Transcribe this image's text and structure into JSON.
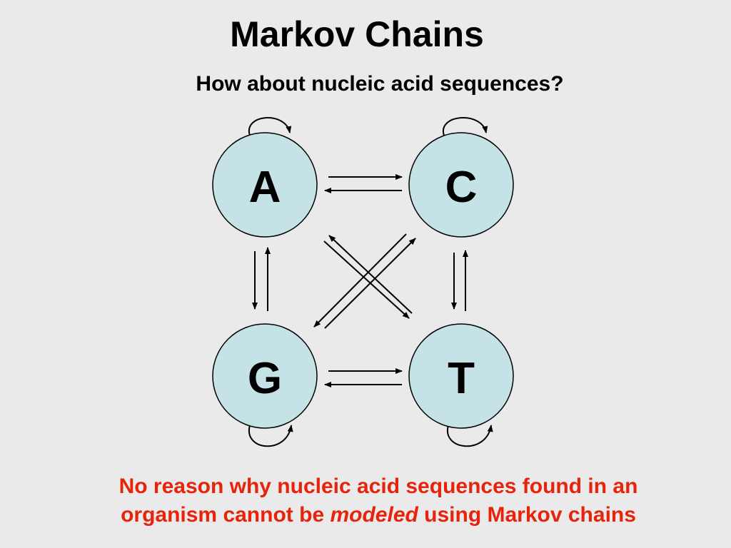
{
  "slide": {
    "title": "Markov Chains",
    "subtitle": "How about nucleic acid sequences?"
  },
  "diagram": {
    "node_fill": "#c5e3e6",
    "edge_color": "#000000",
    "nodes": [
      {
        "id": "A",
        "label": "A"
      },
      {
        "id": "C",
        "label": "C"
      },
      {
        "id": "G",
        "label": "G"
      },
      {
        "id": "T",
        "label": "T"
      }
    ]
  },
  "conclusion": {
    "color": "#e8230c",
    "line1": "No reason why nucleic acid sequences found in an",
    "line2_before": "organism cannot be ",
    "line2_emphasis": "modeled",
    "line2_after": " using Markov chains"
  }
}
